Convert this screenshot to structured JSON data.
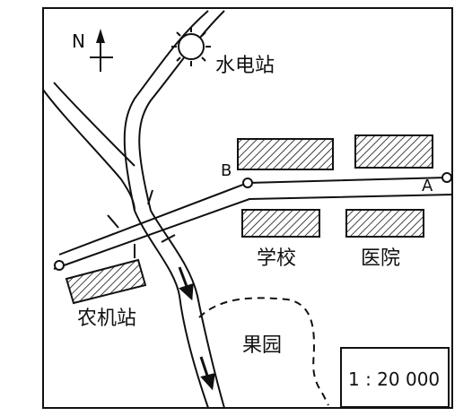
{
  "map": {
    "compass": {
      "label": "N",
      "icon": "north-arrow-icon"
    },
    "places": {
      "hydropower_station": "水电站",
      "school": "学校",
      "hospital": "医院",
      "farm_machinery_station": "农机站",
      "orchard": "果园"
    },
    "points": {
      "a": "A",
      "b": "B"
    },
    "scale": "1 : 20 000",
    "colors": {
      "ink": "#111111",
      "background": "#ffffff"
    }
  }
}
